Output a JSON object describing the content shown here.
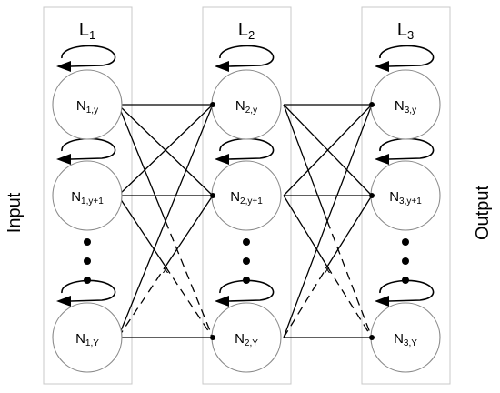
{
  "side_labels": {
    "left": "Input",
    "right": "Output"
  },
  "layers": [
    {
      "title_main": "L",
      "title_sub": "1",
      "neurons": [
        {
          "main": "N",
          "sub": "1,y"
        },
        {
          "main": "N",
          "sub": "1,y+1"
        },
        {
          "main": "N",
          "sub": "1,Y"
        }
      ]
    },
    {
      "title_main": "L",
      "title_sub": "2",
      "neurons": [
        {
          "main": "N",
          "sub": "2,y"
        },
        {
          "main": "N",
          "sub": "2,y+1"
        },
        {
          "main": "N",
          "sub": "2,Y"
        }
      ]
    },
    {
      "title_main": "L",
      "title_sub": "3",
      "neurons": [
        {
          "main": "N",
          "sub": "3,y"
        },
        {
          "main": "N",
          "sub": "3,y+1"
        },
        {
          "main": "N",
          "sub": "3,Y"
        }
      ]
    }
  ],
  "crossing_marks": [
    "x",
    "x"
  ],
  "colors": {
    "line": "#000000",
    "neuron_stroke": "#8a8a8a",
    "box_stroke": "#c8c8c8"
  }
}
